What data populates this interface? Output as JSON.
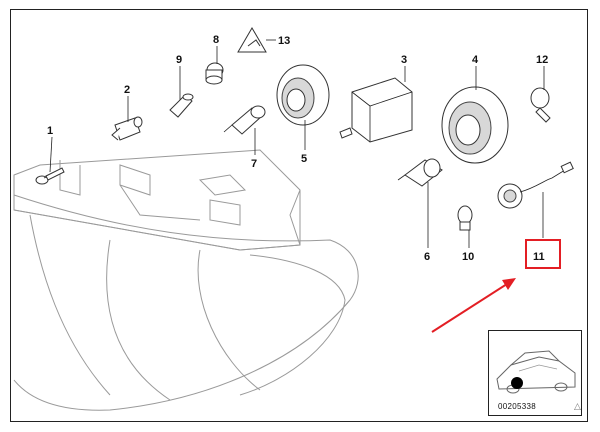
{
  "diagram": {
    "callouts": [
      "1",
      "2",
      "3",
      "4",
      "5",
      "6",
      "7",
      "8",
      "9",
      "10",
      "11",
      "12",
      "13"
    ],
    "highlight_callout": "11",
    "highlight_color": "#e31e24",
    "arrow_color": "#e31e24",
    "inset": {
      "doc_number": "00205338",
      "marker_color": "#000000"
    }
  }
}
